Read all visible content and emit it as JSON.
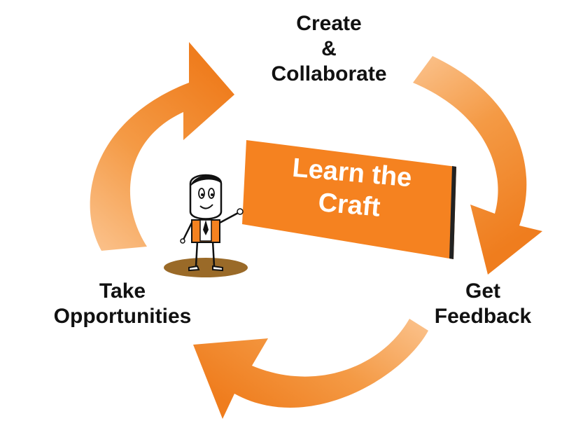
{
  "center_sign": {
    "line1": "Learn the",
    "line2": "Craft"
  },
  "steps": {
    "top": {
      "line1": "Create",
      "line2": "&",
      "line3": "Collaborate"
    },
    "right": {
      "line1": "Get",
      "line2": "Feedback"
    },
    "left": {
      "line1": "Take",
      "line2": "Opportunities"
    }
  },
  "colors": {
    "arrow_dark": "#ef7d1e",
    "arrow_light": "#fbc38e",
    "sign": "#f58220",
    "text": "#111111",
    "shadow": "#9a6a28"
  },
  "figure": {
    "icon": "cartoon-man-pointing-icon"
  }
}
